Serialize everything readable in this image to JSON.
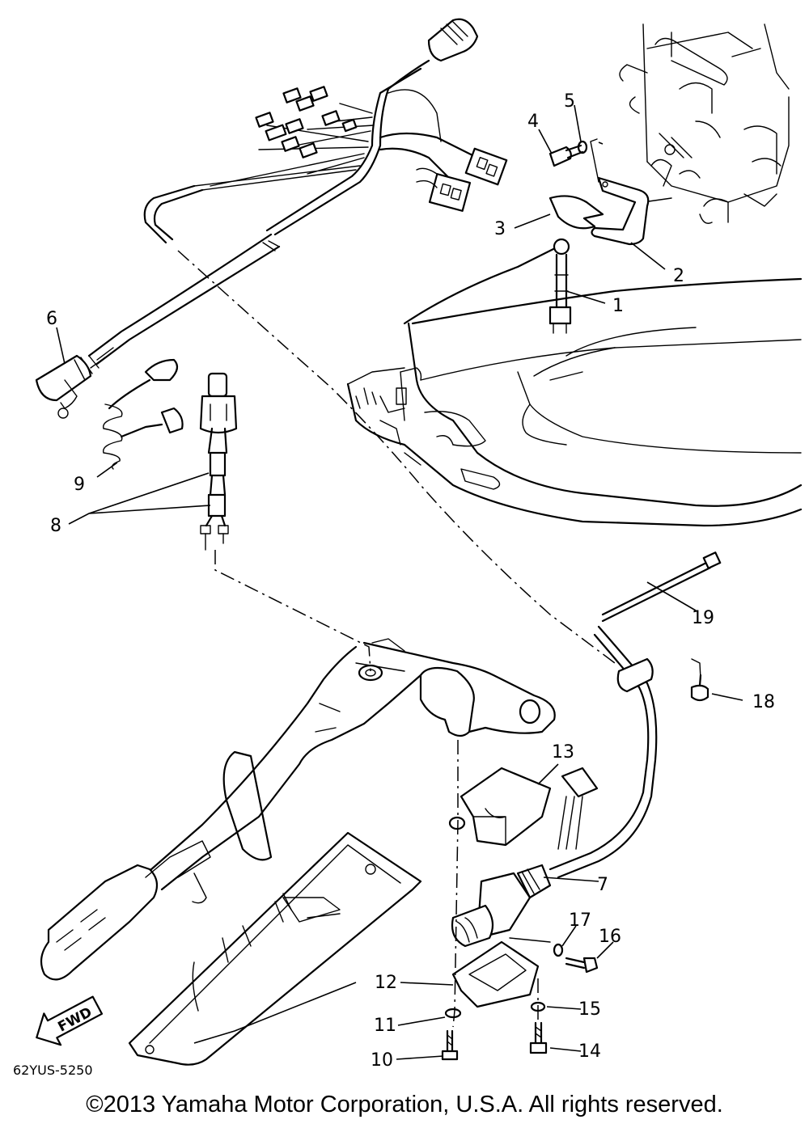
{
  "diagram": {
    "code": "62YUS-5250",
    "copyright": "©2013 Yamaha Motor Corporation, U.S.A. All rights reserved.",
    "fwd_arrow_label": "FWD",
    "callouts": [
      "1",
      "2",
      "3",
      "4",
      "5",
      "6",
      "7",
      "8",
      "9",
      "10",
      "11",
      "12",
      "13",
      "14",
      "15",
      "16",
      "17",
      "18",
      "19"
    ]
  }
}
